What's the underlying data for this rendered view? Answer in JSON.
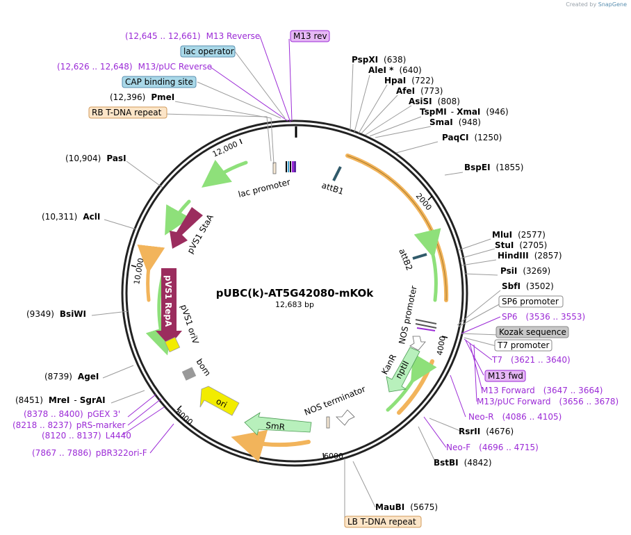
{
  "brand": {
    "created_by": "Created by",
    "app": "SnapGene"
  },
  "plasmid": {
    "name": "pUBC(k)-AT5G42080-mKOk",
    "size_label": "12,683 bp",
    "length": 12683
  },
  "colors": {
    "enzyme_line": "#9a9a9a",
    "primer": "#9b2ad6",
    "gene": "#9b2d5e",
    "ori": "#f2ec00",
    "marker": "#b8f0bc",
    "feature_green": "#8ee07a",
    "feature_orange": "#f2b45b",
    "repeat_fill": "#fce5c8",
    "operator_fill": "#a9d8e8",
    "kozak_fill": "#c8c8c8",
    "primer_fill": "#e6b8f5"
  },
  "ticks": [
    "2000",
    "4000",
    "6000",
    "8000",
    "10,000",
    "12,000"
  ],
  "features": [
    {
      "label": "lac promoter"
    },
    {
      "label": "attB1"
    },
    {
      "label": "attB2"
    },
    {
      "label": "NOS promoter"
    },
    {
      "label": "KanR"
    },
    {
      "label": "nptII"
    },
    {
      "label": "NOS terminator"
    },
    {
      "label": "SmR"
    },
    {
      "label": "ori"
    },
    {
      "label": "bom"
    },
    {
      "label": "pVS1 oriV"
    },
    {
      "label": "pVS1 RepA"
    },
    {
      "label": "pVS1 StaA"
    }
  ],
  "annotations": {
    "m13_reverse": {
      "coords": "(12,645 .. 12,661)",
      "name": "M13 Reverse"
    },
    "m13_rev": "M13 rev",
    "lac_operator": "lac operator",
    "m13_puc_reverse": {
      "coords": "(12,626 .. 12,648)",
      "name": "M13/pUC Reverse"
    },
    "cap_binding": "CAP binding site",
    "pmei": {
      "pos": "(12,396)",
      "name": "PmeI"
    },
    "rb_repeat": "RB T-DNA repeat",
    "pasi": {
      "pos": "(10,904)",
      "name": "PasI"
    },
    "acli": {
      "pos": "(10,311)",
      "name": "AclI"
    },
    "bsiwi": {
      "pos": "(9349)",
      "name": "BsiWI"
    },
    "agei": {
      "pos": "(8739)",
      "name": "AgeI"
    },
    "mrei_sgrai": {
      "pos": "(8451)",
      "name1": "MreI",
      "sep": "-",
      "name2": "SgrAI"
    },
    "pgex3": {
      "coords": "(8378 .. 8400)",
      "name": "pGEX 3'"
    },
    "prs_marker": {
      "coords": "(8218 .. 8237)",
      "name": "pRS-marker"
    },
    "l4440": {
      "coords": "(8120 .. 8137)",
      "name": "L4440"
    },
    "pbr322ori": {
      "coords": "(7867 .. 7886)",
      "name": "pBR322ori-F"
    },
    "pspxi": {
      "name": "PspXI",
      "pos": "(638)"
    },
    "alei": {
      "name": "AleI *",
      "pos": "(640)"
    },
    "hpai": {
      "name": "HpaI",
      "pos": "(722)"
    },
    "afei": {
      "name": "AfeI",
      "pos": "(773)"
    },
    "asisi": {
      "name": "AsiSI",
      "pos": "(808)"
    },
    "tspmi": {
      "name1": "TspMI",
      "sep": "-",
      "name2": "XmaI",
      "pos": "(946)"
    },
    "smai": {
      "name": "SmaI",
      "pos": "(948)"
    },
    "paqci": {
      "name": "PaqCI",
      "pos": "(1250)"
    },
    "bspei": {
      "name": "BspEI",
      "pos": "(1855)"
    },
    "mlui": {
      "name": "MluI",
      "pos": "(2577)"
    },
    "stui": {
      "name": "StuI",
      "pos": "(2705)"
    },
    "hindiii": {
      "name": "HindIII",
      "pos": "(2857)"
    },
    "psii": {
      "name": "PsiI",
      "pos": "(3269)"
    },
    "sbfi": {
      "name": "SbfI",
      "pos": "(3502)"
    },
    "sp6_promoter": "SP6 promoter",
    "sp6": {
      "name": "SP6",
      "coords": "(3536 .. 3553)"
    },
    "kozak": "Kozak sequence",
    "t7_promoter": "T7 promoter",
    "t7": {
      "name": "T7",
      "coords": "(3621 .. 3640)"
    },
    "m13_fwd": "M13 fwd",
    "m13_forward": {
      "name": "M13 Forward",
      "coords": "(3647 .. 3664)"
    },
    "m13_puc_forward": {
      "name": "M13/pUC Forward",
      "coords": "(3656 .. 3678)"
    },
    "neo_r": {
      "name": "Neo-R",
      "coords": "(4086 .. 4105)"
    },
    "rsrii": {
      "name": "RsrII",
      "pos": "(4676)"
    },
    "neo_f": {
      "name": "Neo-F",
      "coords": "(4696 .. 4715)"
    },
    "bstbi": {
      "name": "BstBI",
      "pos": "(4842)"
    },
    "maubi": {
      "name": "MauBI",
      "pos": "(5675)"
    },
    "lb_repeat": "LB T-DNA repeat"
  }
}
